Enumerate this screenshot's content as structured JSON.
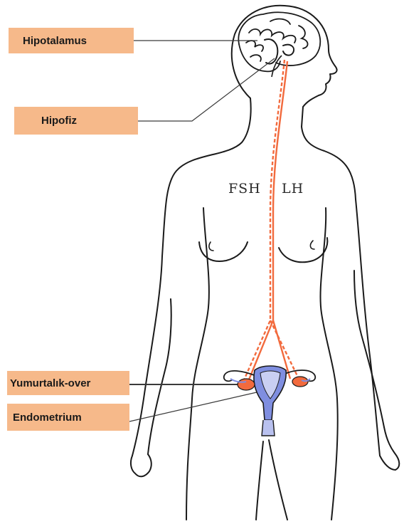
{
  "labels": {
    "hipotalamus": "Hipotalamus",
    "hipofiz": "Hipofiz",
    "over": "Yumurtalık-over",
    "endometrium": "Endometrium"
  },
  "hormones": {
    "fsh": "FSH",
    "lh": "LH"
  },
  "colors": {
    "label_fill": "#f6b98a",
    "hormone_path": "#f26a3d",
    "uterus": "#7f8ee0",
    "outline": "#1a1a1a"
  }
}
